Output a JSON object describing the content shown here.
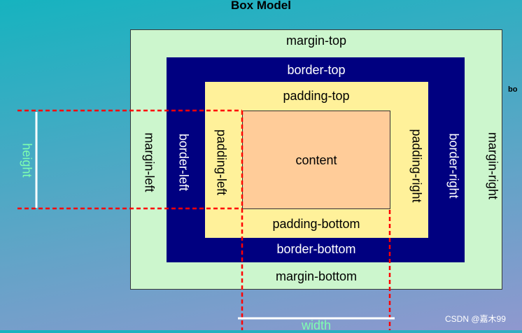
{
  "title": "Box Model",
  "cut_off_text": "bo",
  "labels": {
    "margin_top": "margin-top",
    "margin_bottom": "margin-bottom",
    "margin_left": "margin-left",
    "margin_right": "margin-right",
    "border_top": "border-top",
    "border_bottom": "border-bottom",
    "border_left": "border-left",
    "border_right": "border-right",
    "padding_top": "padding-top",
    "padding_bottom": "padding-bottom",
    "padding_left": "padding-left",
    "padding_right": "padding-right",
    "content": "content"
  },
  "guides": {
    "height": "height",
    "width": "width"
  },
  "watermark": "CSDN @嘉木99",
  "colors": {
    "margin": "#ccf6cd",
    "border": "#000080",
    "padding": "#fff19a",
    "content": "#ffcc99",
    "guide_lines": "#ff0000",
    "guide_label": "#7fffb0"
  }
}
